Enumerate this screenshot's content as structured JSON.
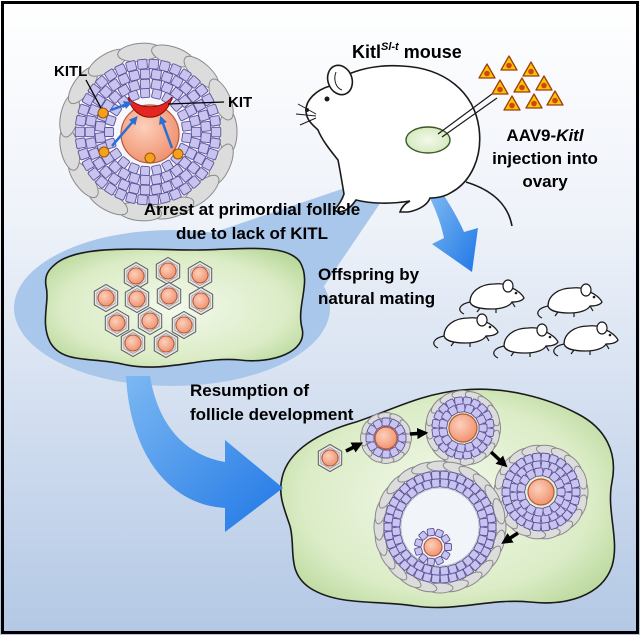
{
  "labels": {
    "kitl": "KITL",
    "kit": "KIT",
    "mouse_strain": "Kitl",
    "mouse_strain_sup": "Sl-t",
    "mouse_word": "mouse",
    "aav_prefix": "AAV9-",
    "aav_gene": "Kitl",
    "injection_line1": "injection into",
    "injection_line2": "ovary",
    "arrest_line1": "Arrest at primordial follicle",
    "arrest_line2": "due to lack of KITL",
    "offspring_line1": "Offspring by",
    "offspring_line2": "natural mating",
    "resumption_line1": "Resumption of",
    "resumption_line2": "follicle development"
  },
  "colors": {
    "background_top": "#ffffff",
    "background_bottom": "#b3c8e5",
    "callout": "#a9c7ea",
    "arrow_blue": "#2f86e8",
    "ovary_fill": "#dcedc8",
    "granulosa_fill": "#c9c4ef",
    "granulosa_stroke": "#5b5499",
    "theca_fill": "#dcdcdc",
    "theca_stroke": "#8a8a8a",
    "oocyte_fill": "#f4a283",
    "oocyte_stroke": "#b9583b",
    "kit_receptor": "#e3261f",
    "kitl_ligand": "#f5a01f",
    "aav_particle": "#f7c600",
    "aav_particle_core": "#d0441a",
    "antrum": "#f1f5fa"
  }
}
